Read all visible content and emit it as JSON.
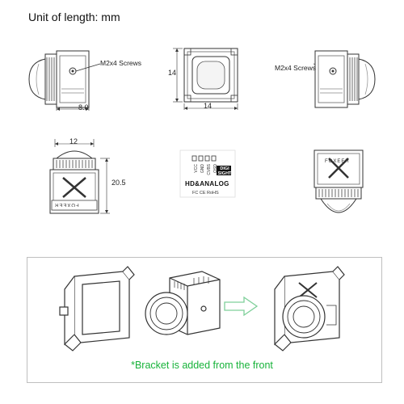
{
  "header": {
    "unit_title": "Unit of length: mm"
  },
  "views": {
    "side_left": {
      "screw_label": "M2x4 Screws",
      "depth_dim": "8.0"
    },
    "front": {
      "height_dim": "14",
      "width_dim": "14"
    },
    "side_right": {
      "screw_label": "M2x4 Screws"
    },
    "back": {
      "lens_dim": "12",
      "height_dim": "20.5",
      "brand": "FOXEER"
    },
    "label_card": {
      "pins": [
        "VCC",
        "GND",
        "CVBS",
        "OSD"
      ],
      "badge_line1": "DIGI",
      "badge_line2": "SIGHT",
      "model": "HD&ANALOG",
      "certs": "FC CE RoHS"
    },
    "top_view": {
      "brand": "FOXEER"
    }
  },
  "bracket": {
    "note": "*Bracket is added from the front"
  },
  "colors": {
    "note_green": "#17b33a",
    "panel_border": "#bfbfbf",
    "arrow_green": "#7fd09a"
  }
}
